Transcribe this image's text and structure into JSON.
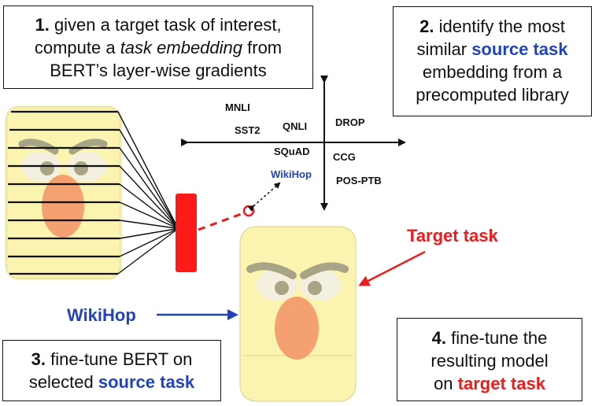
{
  "colors": {
    "blue": "#2244bb",
    "red": "#ee1c1c",
    "face_yellow": "#fbf3b0",
    "nose": "#f4a070"
  },
  "step1": {
    "num": "1.",
    "line1": "given a target task of interest,",
    "line2_pre": "compute a ",
    "line2_em": "task embedding",
    "line2_post": " from",
    "line3": "BERT’s layer-wise gradients"
  },
  "step2": {
    "num": "2.",
    "line1": "identify the most",
    "line2_pre": "similar ",
    "line2_hl": "source task",
    "line3": "embedding from a",
    "line4": "precomputed library"
  },
  "step3": {
    "num": "3.",
    "line1": "fine-tune BERT on",
    "line2_pre": "selected ",
    "line2_hl": "source task"
  },
  "step4": {
    "num": "4.",
    "line1": "fine-tune the",
    "line2": "resulting model",
    "line3_pre": "on ",
    "line3_hl": "target task"
  },
  "tasks": {
    "mnli": "MNLI",
    "sst2": "SST2",
    "qnli": "QNLI",
    "drop": "DROP",
    "squad": "SQuAD",
    "ccg": "CCG",
    "wikihop": "WikiHop",
    "postb": "POS-PTB"
  },
  "labels": {
    "target_task": "Target task",
    "wikihop": "WikiHop"
  },
  "icons": [
    "bert-face-icon",
    "embedding-bar-icon"
  ]
}
